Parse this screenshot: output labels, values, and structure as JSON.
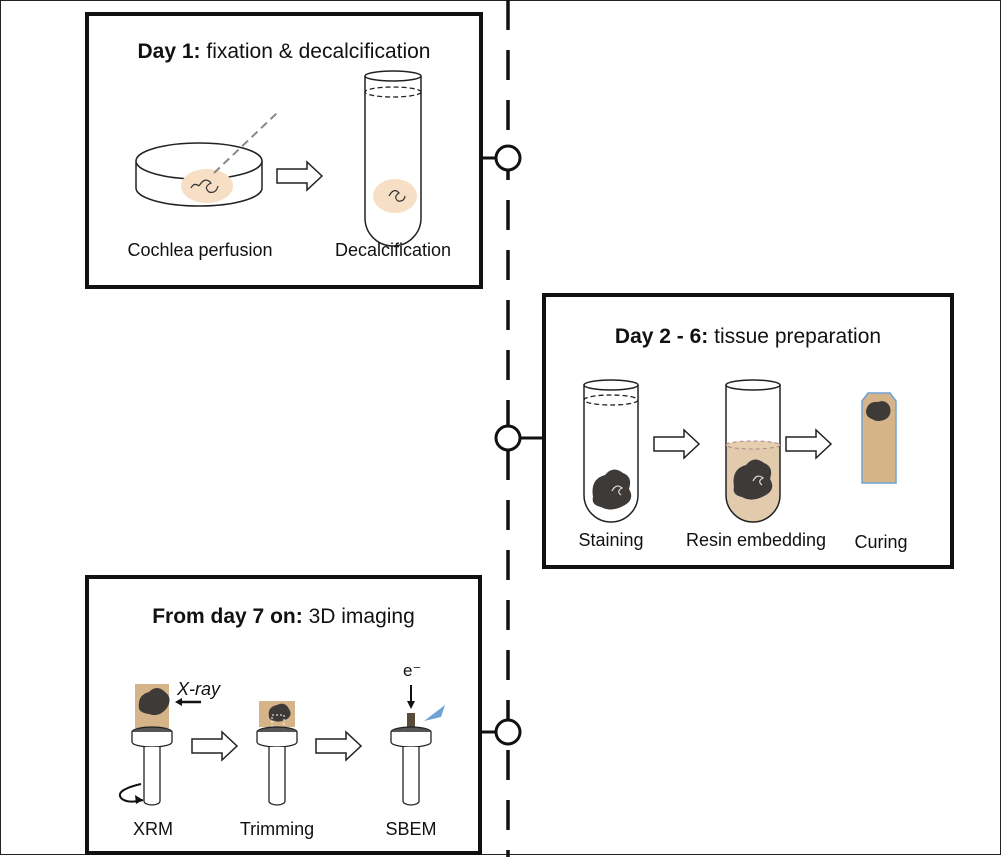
{
  "timeline": {
    "day1": {
      "title_bold": "Day 1:",
      "title_rest": " fixation & decalcification",
      "steps": [
        "Cochlea perfusion",
        "Decalcification"
      ]
    },
    "day2": {
      "title_bold": "Day 2 - 6:",
      "title_rest": " tissue preparation",
      "steps": [
        "Staining",
        "Resin embedding",
        "Curing"
      ]
    },
    "day7": {
      "title_bold": "From day 7 on:",
      "title_rest": " 3D imaging",
      "steps": [
        "XRM",
        "Trimming",
        "SBEM"
      ],
      "xray_label": "X-ray",
      "electron_label": "e⁻"
    }
  },
  "colors": {
    "tissue": "#f6dfc4",
    "resin": "#d5b48a",
    "sample": "#3d3a38",
    "beam": "#6fa3d6",
    "line": "#111111"
  }
}
